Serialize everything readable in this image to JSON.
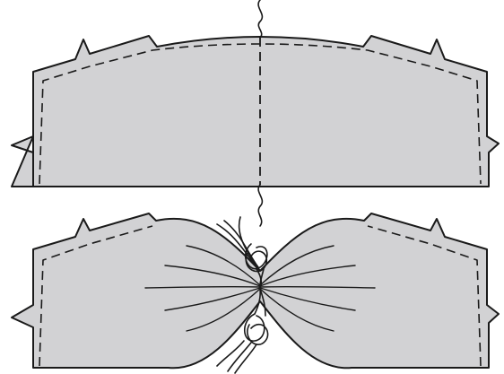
{
  "diagram": {
    "type": "sewing-pattern-illustration",
    "colors": {
      "fabric": "#d2d2d4",
      "outline": "#1a1a1a",
      "background": "#ffffff"
    },
    "panels": [
      {
        "id": "flat-panel",
        "state": "flat",
        "has_center_fold_line": true
      },
      {
        "id": "gathered-panel",
        "state": "gathered-at-center",
        "has_tied_threads": true
      }
    ],
    "icons": [
      "thread-tail-icon",
      "tied-thread-knot-icon"
    ]
  }
}
